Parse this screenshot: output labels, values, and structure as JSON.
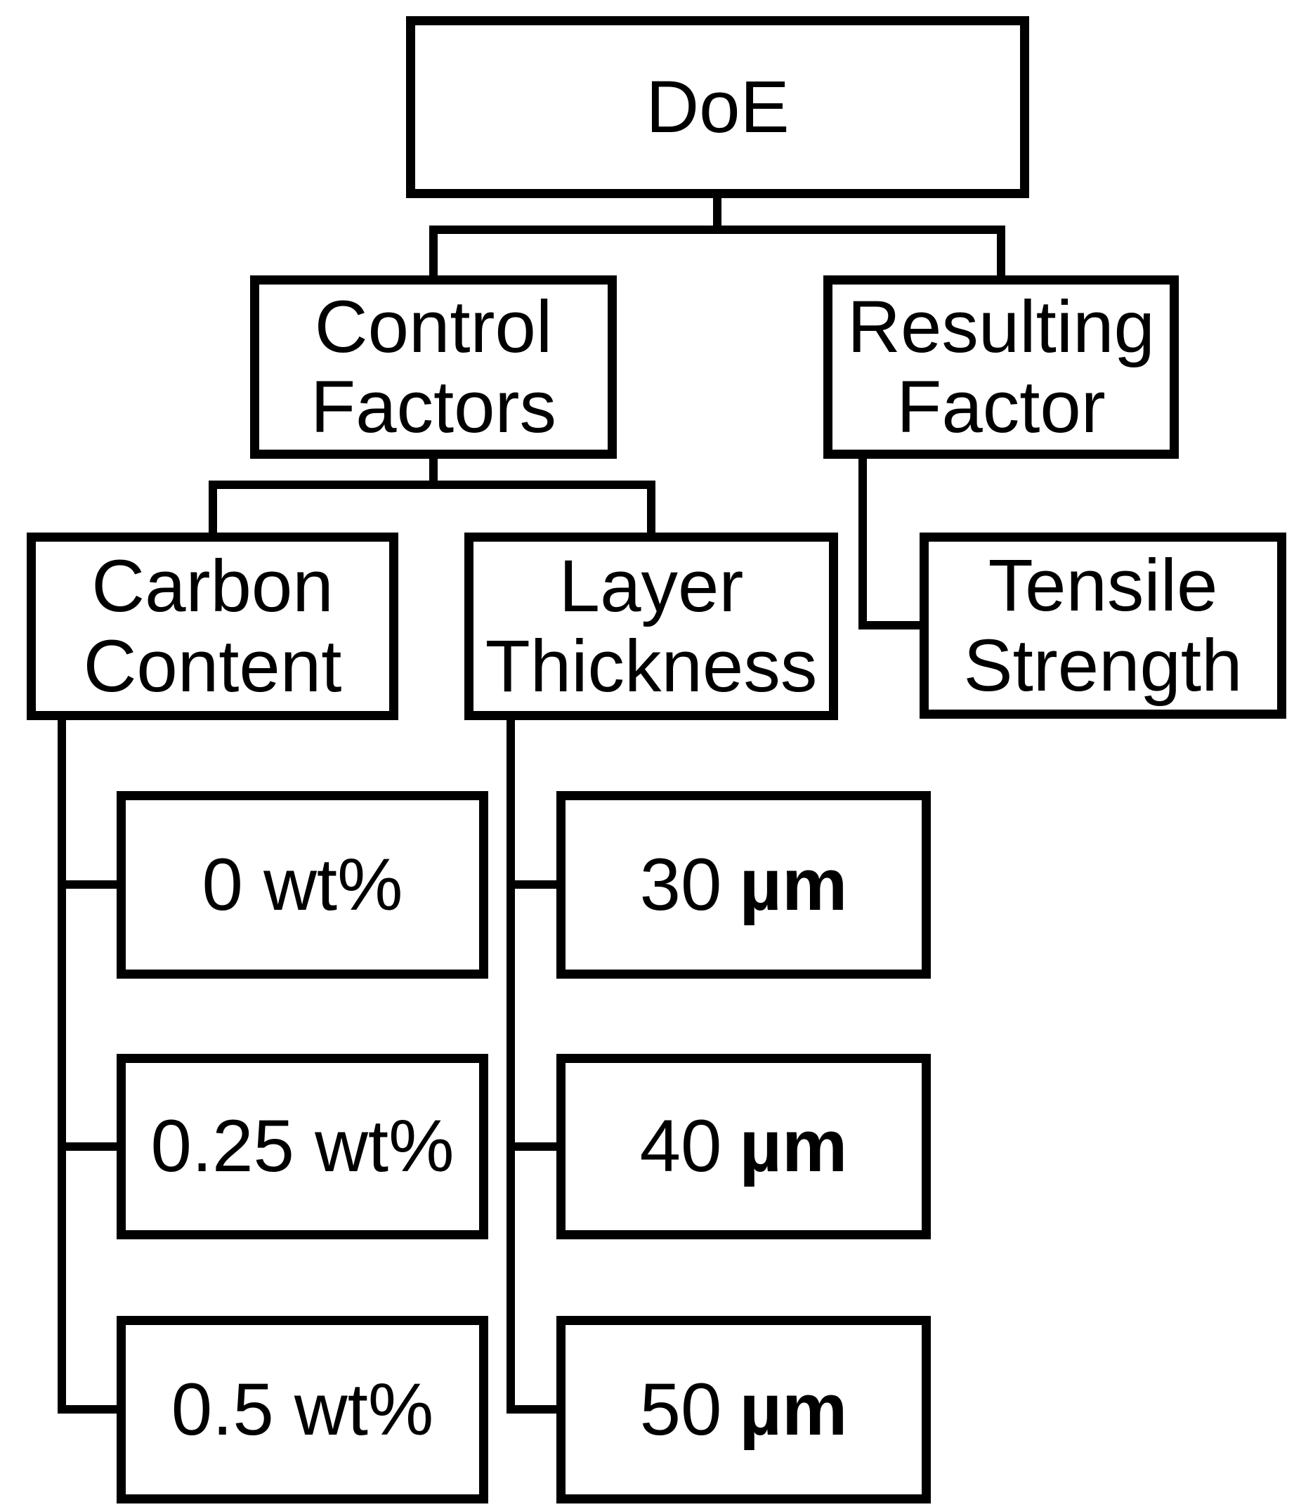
{
  "diagram": {
    "title": "DoE flowchart",
    "colors": {
      "line": "#000000",
      "box_fill": "#ffffff",
      "background": "#ffffff",
      "text": "#000000"
    },
    "nodes": {
      "doe": {
        "label": "DoE"
      },
      "control_factors": {
        "label": "Control Factors"
      },
      "resulting_factor": {
        "label": "Resulting Factor"
      },
      "carbon_content": {
        "label": "Carbon Content"
      },
      "layer_thickness": {
        "label": "Layer Thickness"
      },
      "tensile_strength": {
        "label": "Tensile Strength"
      },
      "carbon_levels": [
        {
          "value": "0 wt%"
        },
        {
          "value": "0.25 wt%"
        },
        {
          "value": "0.5 wt%"
        }
      ],
      "thickness_levels": [
        {
          "value": "30",
          "unit": "µm"
        },
        {
          "value": "40",
          "unit": "µm"
        },
        {
          "value": "50",
          "unit": "µm"
        }
      ]
    },
    "edges": [
      "DoE -> Control Factors",
      "DoE -> Resulting Factor",
      "Control Factors -> Carbon Content",
      "Control Factors -> Layer Thickness",
      "Resulting Factor -> Tensile Strength",
      "Carbon Content -> 0 wt%",
      "Carbon Content -> 0.25 wt%",
      "Carbon Content -> 0.5 wt%",
      "Layer Thickness -> 30 µm",
      "Layer Thickness -> 40 µm",
      "Layer Thickness -> 50 µm"
    ]
  }
}
